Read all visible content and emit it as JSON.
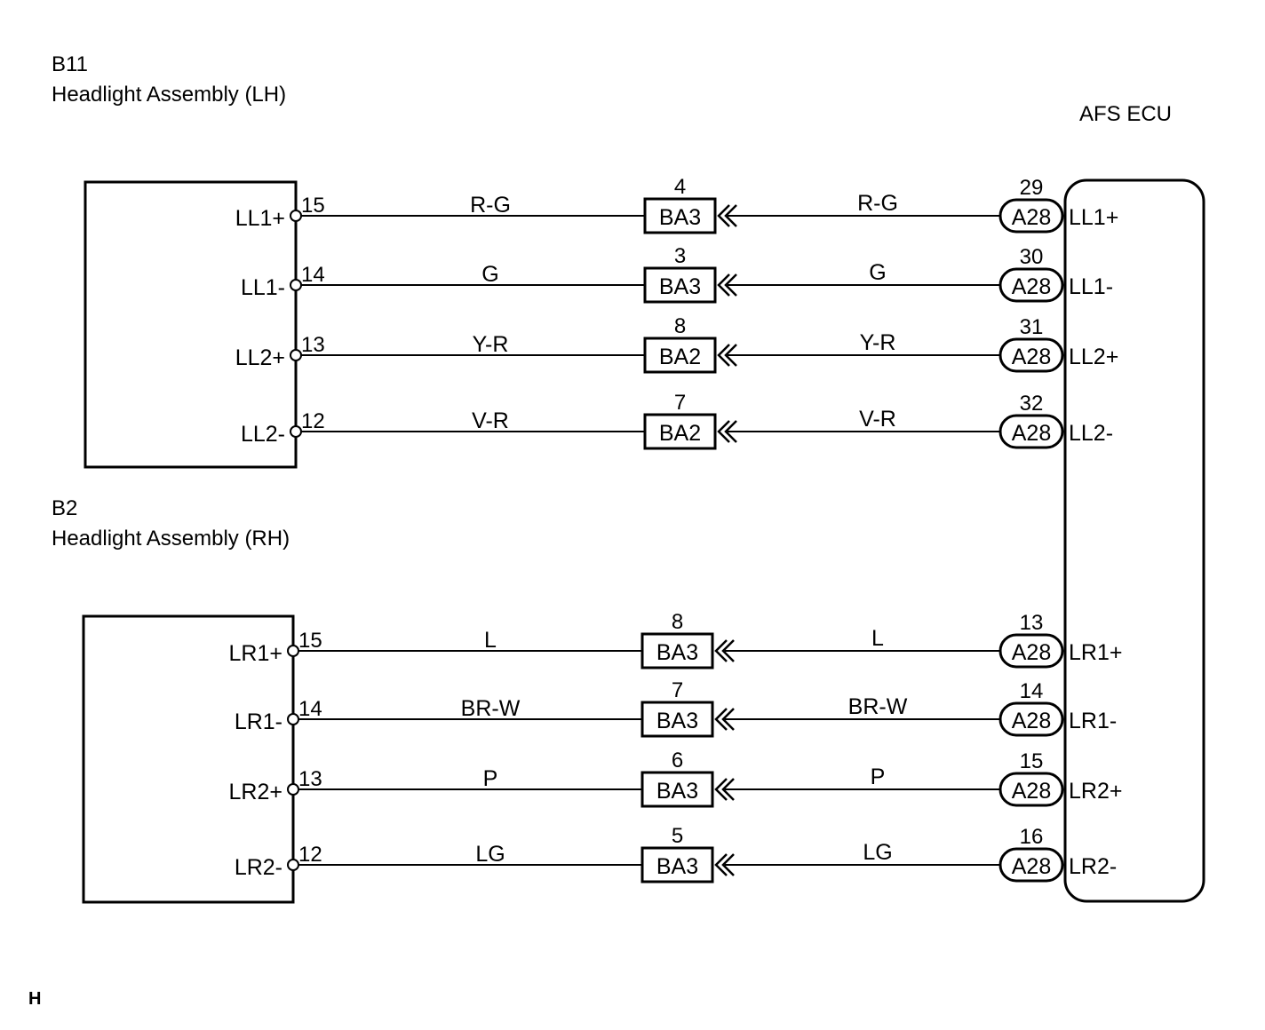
{
  "components": {
    "lh": {
      "code": "B11",
      "name": "Headlight Assembly (LH)"
    },
    "rh": {
      "code": "B2",
      "name": "Headlight Assembly (RH)"
    },
    "ecu": {
      "name": "AFS ECU"
    }
  },
  "footer_code": "H",
  "circuits": [
    {
      "group": "lh",
      "signal": "LL1+",
      "pin": "15",
      "wire": "R-G",
      "junction": "BA3",
      "junction_pin": "4",
      "ecu_connector": "A28",
      "ecu_pin": "29",
      "ecu_terminal": "LL1+"
    },
    {
      "group": "lh",
      "signal": "LL1-",
      "pin": "14",
      "wire": "G",
      "junction": "BA3",
      "junction_pin": "3",
      "ecu_connector": "A28",
      "ecu_pin": "30",
      "ecu_terminal": "LL1-"
    },
    {
      "group": "lh",
      "signal": "LL2+",
      "pin": "13",
      "wire": "Y-R",
      "junction": "BA2",
      "junction_pin": "8",
      "ecu_connector": "A28",
      "ecu_pin": "31",
      "ecu_terminal": "LL2+"
    },
    {
      "group": "lh",
      "signal": "LL2-",
      "pin": "12",
      "wire": "V-R",
      "junction": "BA2",
      "junction_pin": "7",
      "ecu_connector": "A28",
      "ecu_pin": "32",
      "ecu_terminal": "LL2-"
    },
    {
      "group": "rh",
      "signal": "LR1+",
      "pin": "15",
      "wire": "L",
      "junction": "BA3",
      "junction_pin": "8",
      "ecu_connector": "A28",
      "ecu_pin": "13",
      "ecu_terminal": "LR1+"
    },
    {
      "group": "rh",
      "signal": "LR1-",
      "pin": "14",
      "wire": "BR-W",
      "junction": "BA3",
      "junction_pin": "7",
      "ecu_connector": "A28",
      "ecu_pin": "14",
      "ecu_terminal": "LR1-"
    },
    {
      "group": "rh",
      "signal": "LR2+",
      "pin": "13",
      "wire": "P",
      "junction": "BA3",
      "junction_pin": "6",
      "ecu_connector": "A28",
      "ecu_pin": "15",
      "ecu_terminal": "LR2+"
    },
    {
      "group": "rh",
      "signal": "LR2-",
      "pin": "12",
      "wire": "LG",
      "junction": "BA3",
      "junction_pin": "5",
      "ecu_connector": "A28",
      "ecu_pin": "16",
      "ecu_terminal": "LR2-"
    }
  ]
}
